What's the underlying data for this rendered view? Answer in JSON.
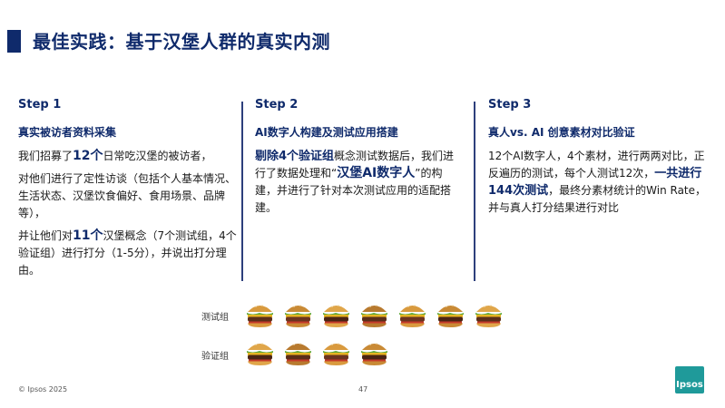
{
  "title": "最佳实践：基于汉堡人群的真实内测",
  "steps": [
    {
      "step": "Step 1",
      "head": "真实被访者资料采集",
      "p1a": "我们招募了",
      "p1b": "12个",
      "p1c": "日常吃汉堡的被访者，",
      "p2": "对他们进行了定性访谈（包括个人基本情况、生活状态、汉堡饮食偏好、食用场景、品牌等），",
      "p3a": "并让他们对",
      "p3b": "11个",
      "p3c": "汉堡概念（7个测试组，4个验证组）进行打分（1-5分），并说出打分理由。"
    },
    {
      "step": "Step 2",
      "head": "AI数字人构建及测试应用搭建",
      "p1a": "剔除4个验证组",
      "p1b": "概念测试数据后，我们进行了数据处理和“",
      "p1c": "汉堡AI数字人",
      "p1d": "”的构建，并进行了针对本次测试应用的适配搭建。"
    },
    {
      "step": "Step 3",
      "head": "真人vs. AI 创意素材对比验证",
      "p1a": "12个AI数字人，4个素材，进行两两对比，正反遍历的测试，每个人测试12次，",
      "p1b": "一共进行144次测试",
      "p1c": "，最终分素材统计的Win Rate，并与真人打分结果进行对比"
    }
  ],
  "rows": {
    "test_label": "测试组",
    "verify_label": "验证组",
    "test_count": 7,
    "verify_count": 4
  },
  "footer": {
    "copyright": "© Ipsos 2025",
    "page": "47",
    "logo": "Ipsos"
  },
  "colors": {
    "accent": "#0f2a6b",
    "logo": "#1f9a9a"
  }
}
